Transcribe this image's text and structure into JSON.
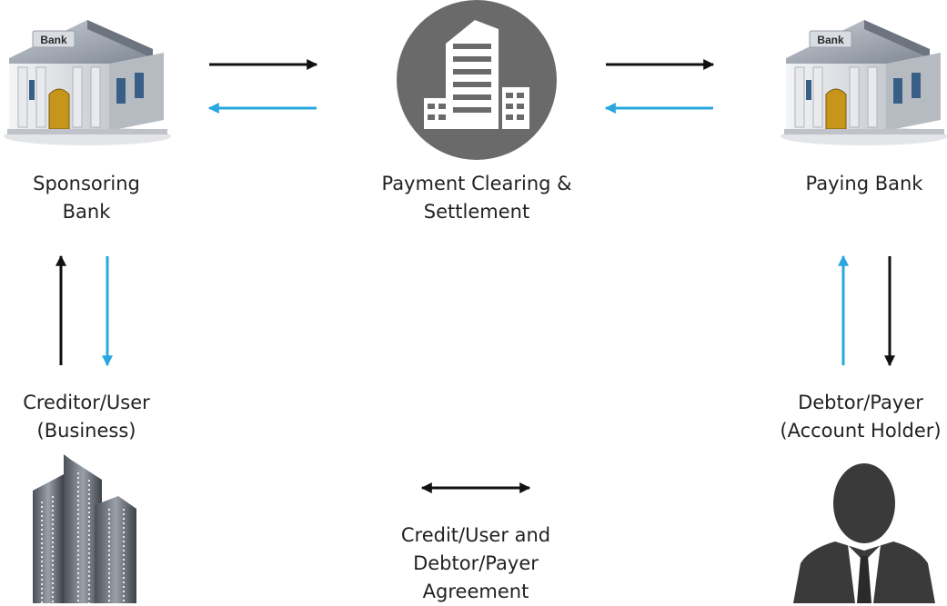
{
  "nodes": {
    "sponsoring_bank": {
      "line1": "Sponsoring",
      "line2": "Bank",
      "sign": "Bank"
    },
    "clearing": {
      "line1": "Payment Clearing &",
      "line2": "Settlement"
    },
    "paying_bank": {
      "line1": "Paying Bank",
      "sign": "Bank"
    },
    "creditor": {
      "line1": "Creditor/User",
      "line2": "(Business)"
    },
    "debtor": {
      "line1": "Debtor/Payer",
      "line2": "(Account Holder)"
    },
    "agreement": {
      "line1": "Credit/User and",
      "line2": "Debtor/Payer",
      "line3": "Agreement"
    }
  },
  "colors": {
    "forward_arrow": "#111111",
    "return_arrow": "#29a8e0",
    "clearing_circle": "#6a6a6a",
    "person": "#3a3a3a",
    "label_text": "#222222"
  },
  "icons": [
    "bank-icon",
    "building-icon",
    "skyscraper-icon",
    "person-icon"
  ]
}
